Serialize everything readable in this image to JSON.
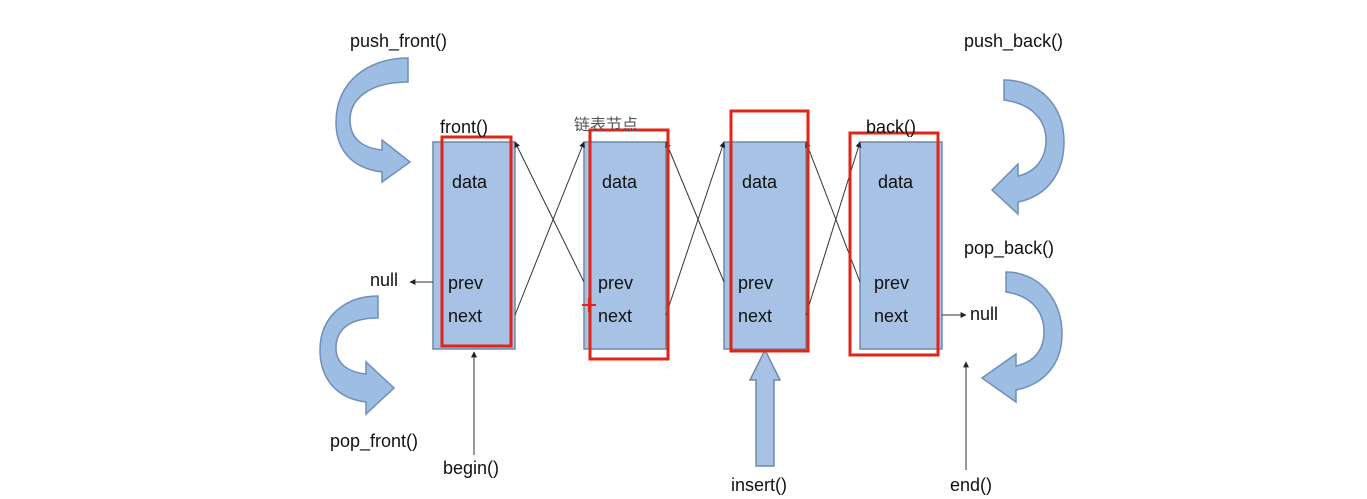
{
  "labels": {
    "push_front": "push_front()",
    "pop_front": "pop_front()",
    "push_back": "push_back()",
    "pop_back": "pop_back()",
    "front": "front()",
    "back": "back()",
    "node_caption": "链表节点",
    "begin": "begin()",
    "insert": "insert()",
    "end": "end()",
    "null_left": "null",
    "null_right": "null"
  },
  "nodes": [
    {
      "data": "data",
      "prev": "prev",
      "next": "next"
    },
    {
      "data": "data",
      "prev": "prev",
      "next": "next"
    },
    {
      "data": "data",
      "prev": "prev",
      "next": "next"
    },
    {
      "data": "data",
      "prev": "prev",
      "next": "next"
    }
  ],
  "colors": {
    "node_fill": "#a7c2e4",
    "node_stroke": "#6f8aa8",
    "highlight": "#e02418",
    "arrow_fill": "#9dbde2",
    "arrow_stroke": "#6f8fb8"
  }
}
